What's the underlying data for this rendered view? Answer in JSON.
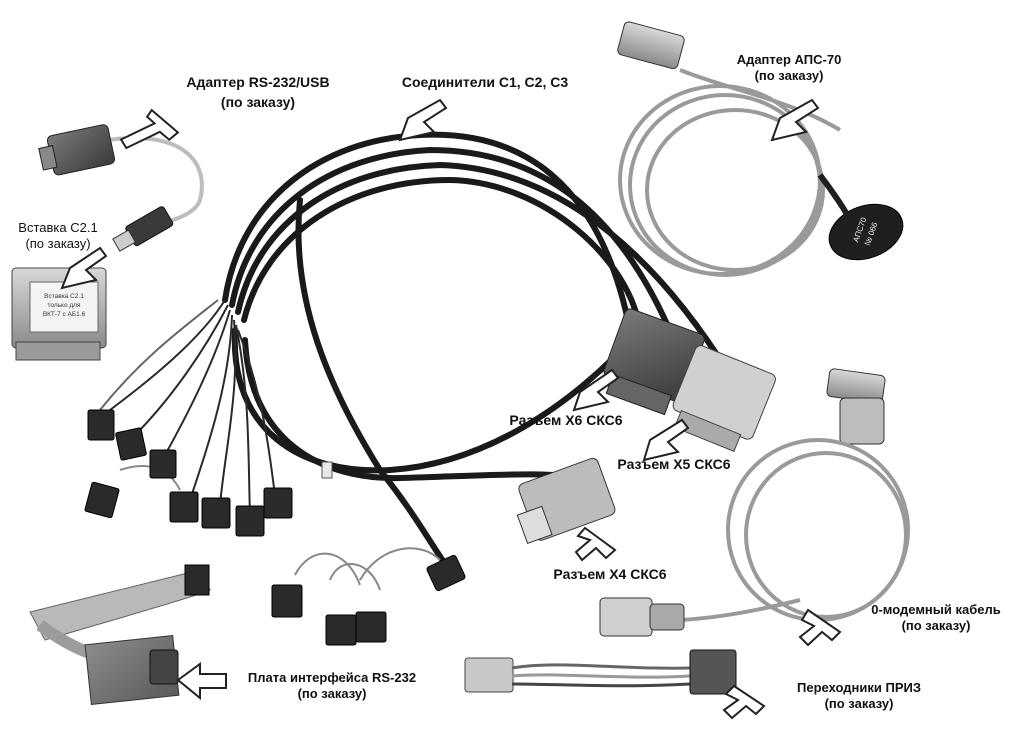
{
  "labels": {
    "usb_adapter": {
      "title": "Адаптер RS-232/USB",
      "note": "(по заказу)"
    },
    "connectors": {
      "title": "Соединители С1, С2, С3"
    },
    "aps_adapter": {
      "title": "Адаптер АПС-70",
      "note": "(по заказу)"
    },
    "insert": {
      "title": "Вставка С2.1",
      "note": "(по заказу)"
    },
    "x6": {
      "title": "Разъем Х6 СКС6"
    },
    "x5": {
      "title": "Разъем Х5 СКС6"
    },
    "x4": {
      "title": "Разъем Х4 СКС6"
    },
    "modem": {
      "title": "0-модемный кабель",
      "note": "(по заказу)"
    },
    "rs232_board": {
      "title": "Плата интерфейса RS-232",
      "note": "(по заказу)"
    },
    "priz": {
      "title": "Переходники ПРИЗ",
      "note": "(по заказу)"
    }
  },
  "device_text": {
    "insert_sticker": [
      "Вставка С2.1",
      "только для",
      "ВКТ-7 с АБ1.6"
    ],
    "aps_puck": [
      "АПС70",
      "№ 066"
    ]
  },
  "colors": {
    "cable_black": "#1a1a1a",
    "cable_gray": "#9a9a9a",
    "arrow_fill": "#ffffff",
    "arrow_stroke": "#222222"
  },
  "icons": [
    "arrow-outline-icon"
  ]
}
